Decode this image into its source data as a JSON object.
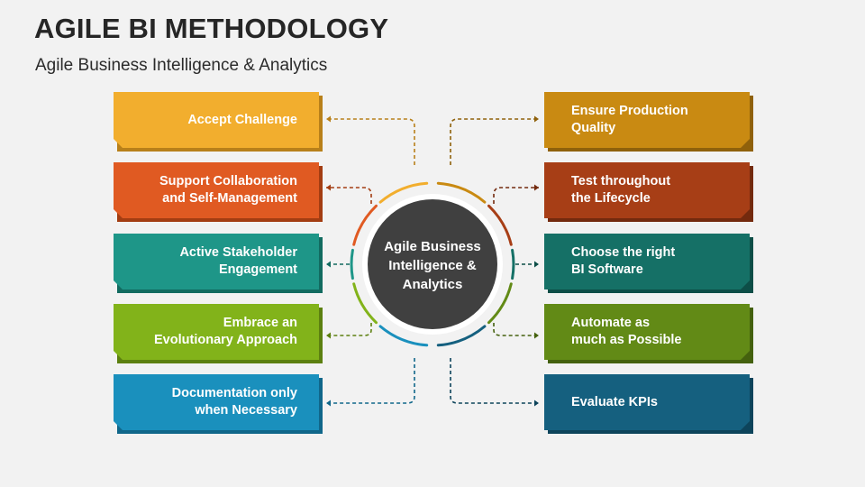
{
  "header": {
    "title": "AGILE BI METHODOLOGY",
    "subtitle": "Agile Business Intelligence & Analytics"
  },
  "center": {
    "label": "Agile Business Intelligence & Analytics",
    "color": "#404040"
  },
  "left_steps": [
    {
      "lines": [
        "Accept Challenge"
      ],
      "color": "#f2ae2e",
      "shade": "#b8801a"
    },
    {
      "lines": [
        "Support Collaboration",
        "and Self-Management"
      ],
      "color": "#e05a22",
      "shade": "#a33d12"
    },
    {
      "lines": [
        "Active Stakeholder",
        "Engagement"
      ],
      "color": "#1e9688",
      "shade": "#126b60"
    },
    {
      "lines": [
        "Embrace an",
        "Evolutionary Approach"
      ],
      "color": "#82b31a",
      "shade": "#5c8010"
    },
    {
      "lines": [
        "Documentation only",
        "when Necessary"
      ],
      "color": "#1a90bd",
      "shade": "#10678a"
    }
  ],
  "right_steps": [
    {
      "lines": [
        "Ensure Production",
        "Quality"
      ],
      "color": "#c98a12",
      "shade": "#8f610b"
    },
    {
      "lines": [
        "Test throughout",
        "the Lifecycle"
      ],
      "color": "#a73e16",
      "shade": "#732a0e"
    },
    {
      "lines": [
        "Choose the right",
        "BI Software"
      ],
      "color": "#157066",
      "shade": "#0d4e47"
    },
    {
      "lines": [
        "Automate as",
        "much as Possible"
      ],
      "color": "#628a16",
      "shade": "#44610e"
    },
    {
      "lines": [
        "Evaluate KPIs"
      ],
      "color": "#15607f",
      "shade": "#0d445b"
    }
  ]
}
